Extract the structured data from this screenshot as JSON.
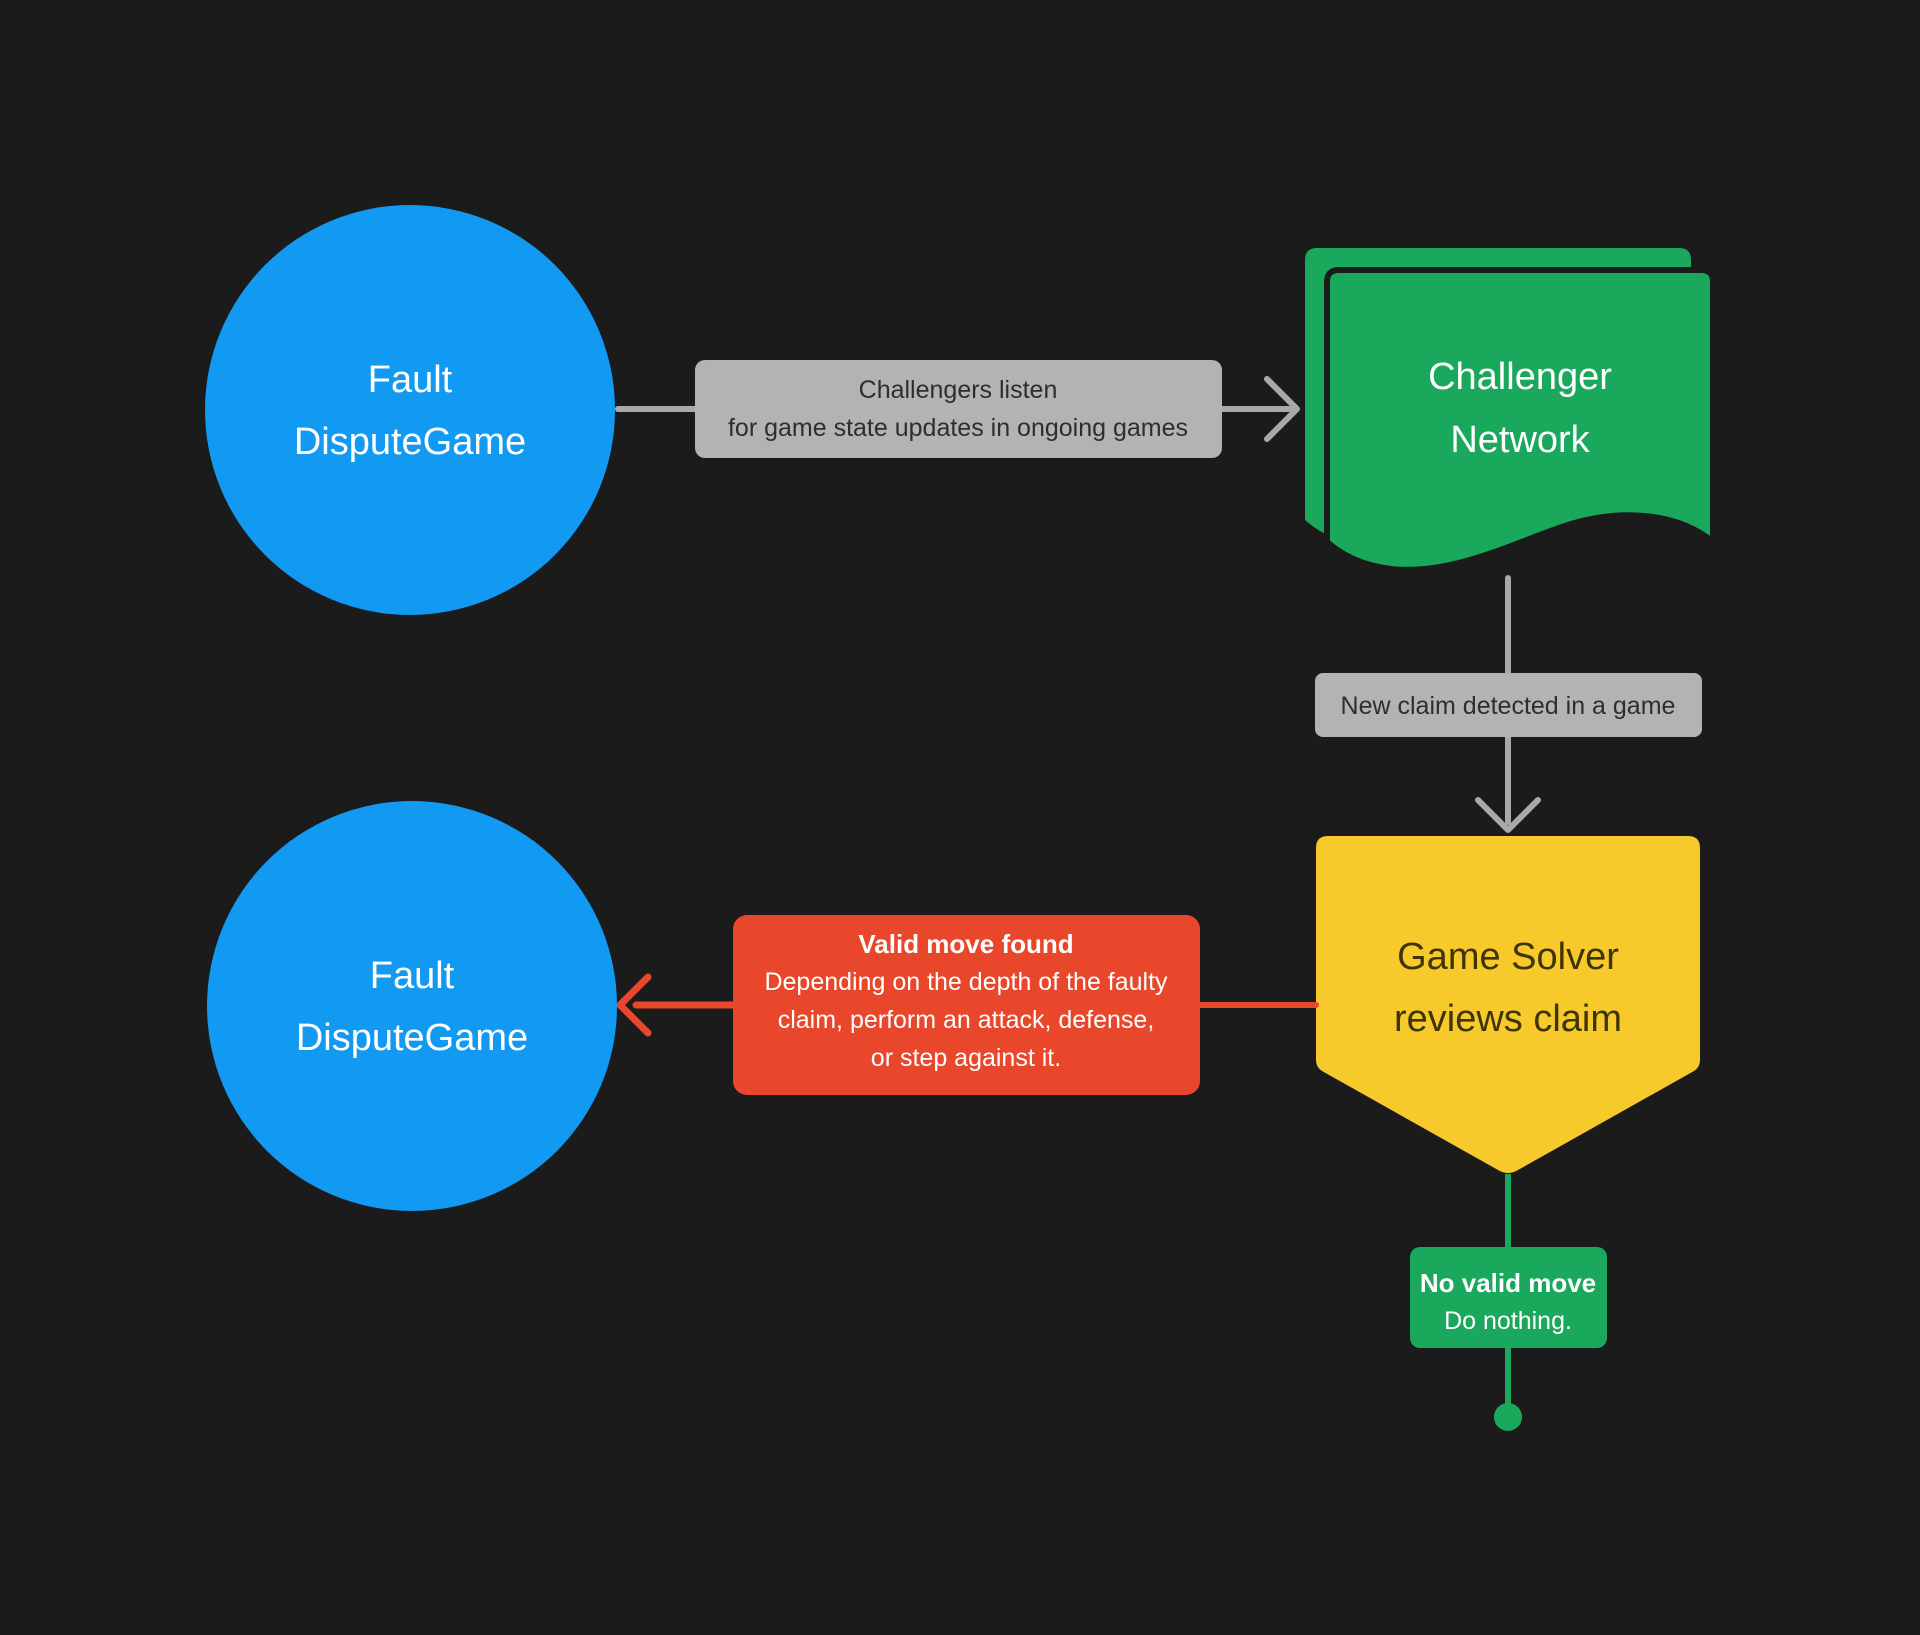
{
  "diagram": {
    "background": "#1B1B1B",
    "colors": {
      "node_blue": "#1299F2",
      "node_green": "#1AA85C",
      "node_yellow": "#F8C92B",
      "accent_red": "#E8472B",
      "label_gray_bg": "#B3B3B3",
      "connector_gray": "#A9A9A9"
    },
    "nodes": {
      "fault_dispute_game_top": {
        "line1": "Fault",
        "line2": "DisputeGame"
      },
      "challenger_network": {
        "line1": "Challenger",
        "line2": "Network"
      },
      "game_solver": {
        "line1": "Game Solver",
        "line2": "reviews claim"
      },
      "fault_dispute_game_bottom": {
        "line1": "Fault",
        "line2": "DisputeGame"
      }
    },
    "edge_labels": {
      "challengers_listen": {
        "line1": "Challengers listen",
        "line2": "for game state updates in ongoing games"
      },
      "new_claim": {
        "text": "New claim detected in a game"
      },
      "valid_move": {
        "title": "Valid move found",
        "line1": "Depending on the depth of the faulty",
        "line2": "claim, perform an attack, defense,",
        "line3": "or step against it."
      },
      "no_valid_move": {
        "title": "No valid move",
        "line1": "Do nothing."
      }
    }
  }
}
